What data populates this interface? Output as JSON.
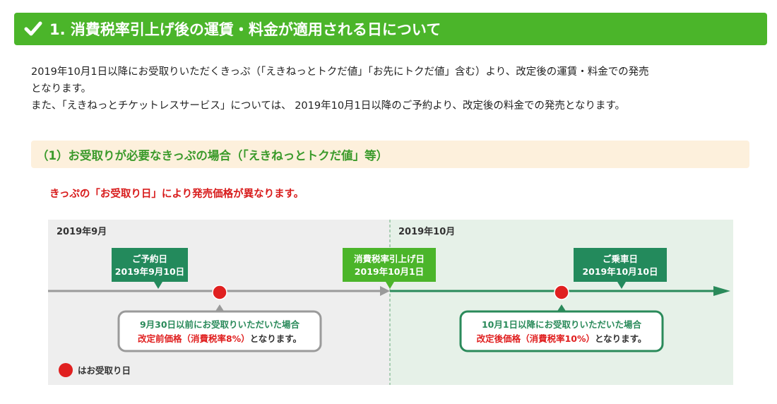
{
  "heading": {
    "title": "1. 消費税率引上げ後の運賃・料金が適用される日について"
  },
  "intro": {
    "line1": "2019年10月1日以降にお受取りいただくきっぷ（「えきねっとトクだ値」「お先にトクだ値」含む）より、改定後の運賃・料金での発売",
    "line2": "となります。",
    "line3": "また、「えきねっとチケットレスサービス」については、 2019年10月1日以降のご予約より、改定後の料金での発売となります。"
  },
  "section": {
    "title": "（1）お受取りが必要なきっぷの場合（「えきねっとトクだ値」等）",
    "notice": "きっぷの「お受取り日」により発売価格が異なります。"
  },
  "timeline": {
    "period_left": "2019年9月",
    "period_right": "2019年10月",
    "reservation": {
      "label": "ご予約日",
      "date": "2019年9月10日"
    },
    "tax_change": {
      "label": "消費税率引上げ日",
      "date": "2019年10月1日"
    },
    "boarding": {
      "label": "ご乗車日",
      "date": "2019年10月10日"
    },
    "before_box": {
      "line1": "9月30日以前にお受取りいただいた場合",
      "price": "改定前価格（消費税率8%）",
      "suffix": "となります。"
    },
    "after_box": {
      "line1": "10月1日以降にお受取りいただいた場合",
      "price": "改定後価格（消費税率10%）",
      "suffix": "となります。"
    },
    "legend": "はお受取り日"
  },
  "colors": {
    "green": "#4bb52a",
    "dark_green": "#2a8a5a",
    "flag_green": "#238a5c",
    "red": "#e02020",
    "heading_text_green": "#3a9a2a",
    "sub_bg": "#fdf0dc"
  }
}
